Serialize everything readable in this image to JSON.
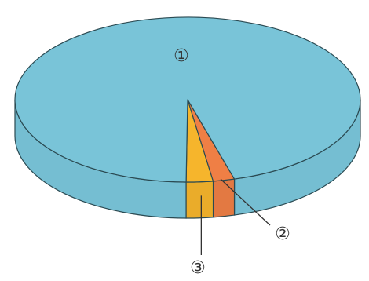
{
  "chart_data": {
    "type": "pie",
    "style": "3d",
    "slices": [
      {
        "label": "①",
        "color": "#79c4d8",
        "fraction": 0.955
      },
      {
        "label": "②",
        "color": "#ef7f45",
        "fraction": 0.02
      },
      {
        "label": "③",
        "color": "#f6b52c",
        "fraction": 0.025
      }
    ],
    "grid": false,
    "legend": "none"
  }
}
